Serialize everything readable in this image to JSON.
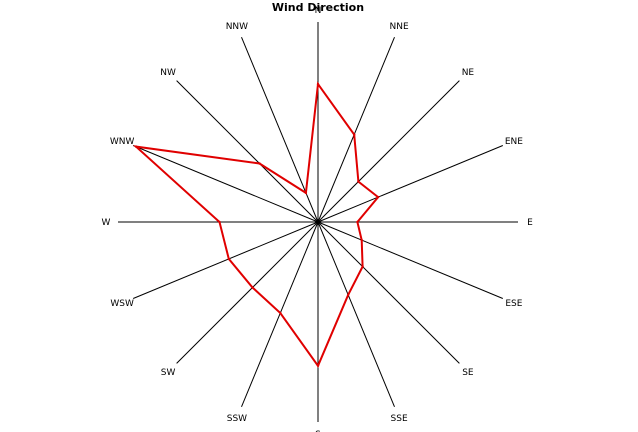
{
  "chart_data": {
    "type": "radar",
    "title": "Wind Direction",
    "directions": [
      "N",
      "NNE",
      "NE",
      "ENE",
      "E",
      "ESE",
      "SE",
      "SSE",
      "S",
      "SSW",
      "SW",
      "WSW",
      "W",
      "WNW",
      "NW",
      "NNW"
    ],
    "values": [
      0.7,
      0.48,
      0.29,
      0.33,
      0.2,
      0.24,
      0.32,
      0.4,
      0.73,
      0.5,
      0.47,
      0.49,
      0.5,
      1.0,
      0.42,
      0.16
    ],
    "range": [
      0,
      1
    ],
    "series_color": "#e00000",
    "axis_color": "#000000"
  }
}
